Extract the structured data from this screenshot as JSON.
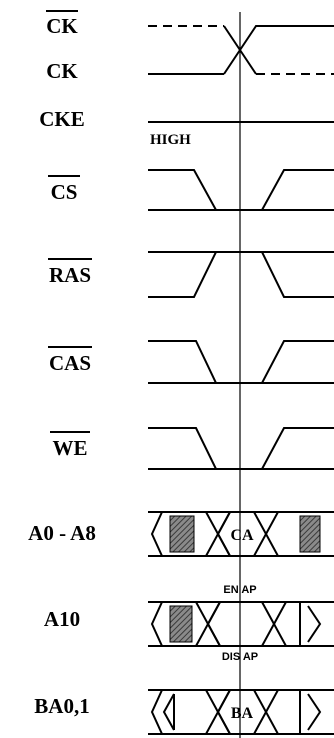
{
  "colors": {
    "ink": "#000000",
    "background": "#ffffff",
    "hatch": "#555555"
  },
  "signals": [
    {
      "id": "ck_n",
      "label": "CK",
      "overline": true
    },
    {
      "id": "ck",
      "label": "CK",
      "overline": false
    },
    {
      "id": "cke",
      "label": "CKE",
      "overline": false
    },
    {
      "id": "cs_n",
      "label": "CS",
      "overline": true
    },
    {
      "id": "ras_n",
      "label": "RAS",
      "overline": true
    },
    {
      "id": "cas_n",
      "label": "CAS",
      "overline": true
    },
    {
      "id": "we_n",
      "label": "WE",
      "overline": true
    },
    {
      "id": "addr",
      "label": "A0 - A8",
      "overline": false
    },
    {
      "id": "a10",
      "label": "A10",
      "overline": false
    },
    {
      "id": "ba",
      "label": "BA0,1",
      "overline": false
    }
  ],
  "annotations": {
    "cke_level": "HIGH",
    "addr_valid": "CA",
    "a10_upper": "EN AP",
    "a10_lower": "DIS AP",
    "ba_valid": "BA"
  }
}
